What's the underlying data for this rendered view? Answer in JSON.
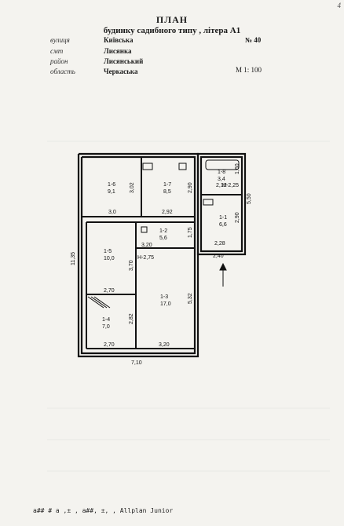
{
  "header": {
    "title": "ПЛАН",
    "subtitle": "будинку садибного типу , літера А1",
    "corner_mark": "4",
    "fields": [
      {
        "label": "вулиця",
        "value": "Київська"
      },
      {
        "label": "смт",
        "value": "Лисянка"
      },
      {
        "label": "район",
        "value": "Лисянський"
      },
      {
        "label": "область",
        "value": "Черкаська"
      }
    ],
    "number": "№ 40",
    "scale": "М 1: 100"
  },
  "plan": {
    "rooms": [
      {
        "id": "1-6",
        "area": "9,1"
      },
      {
        "id": "1-7",
        "area": "8,5"
      },
      {
        "id": "1-8",
        "area": "3,4"
      },
      {
        "id": "1-2",
        "area": "5,6"
      },
      {
        "id": "1-1",
        "area": "6,6"
      },
      {
        "id": "1-5",
        "area": "10,0"
      },
      {
        "id": "1-3",
        "area": "17,0"
      },
      {
        "id": "1-4",
        "area": "7,0"
      }
    ],
    "dimensions": [
      "3,02",
      "2,90",
      "1,60",
      "2,12",
      "Н-2,25",
      "5,50",
      "3,0",
      "2,92",
      "2,90",
      "1,75",
      "3,20",
      "Н-2,75",
      "2,28",
      "2,40",
      "11,35",
      "3,70",
      "2,70",
      "5,32",
      "2,82",
      "2,70",
      "3,20",
      "7,10"
    ]
  },
  "footer": {
    "text": "а## # а ,± , а##, ±, , Allplan Junior"
  }
}
